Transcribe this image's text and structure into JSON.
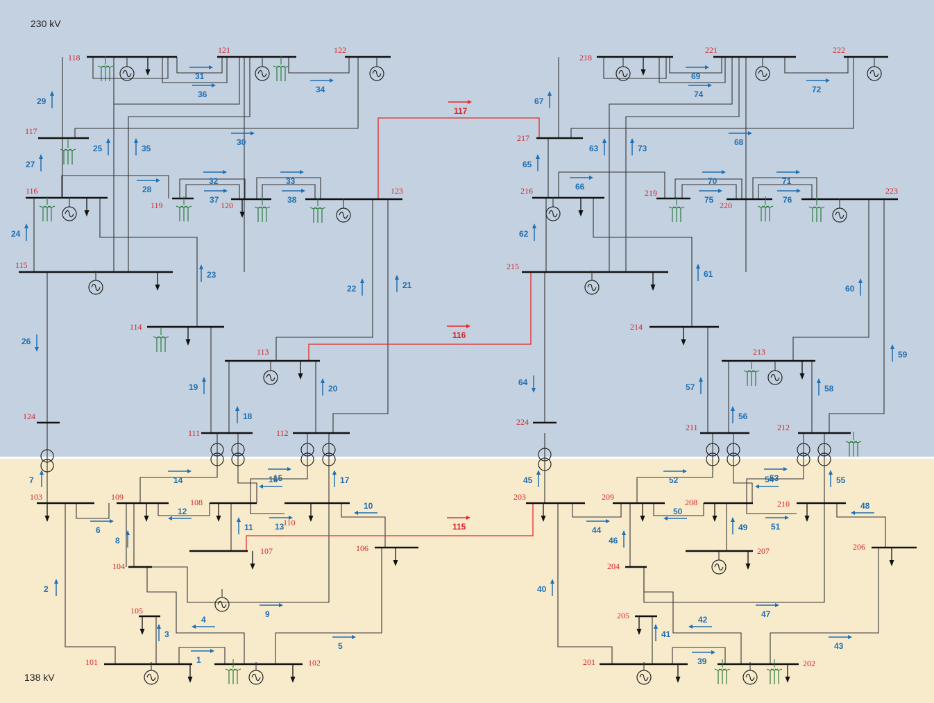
{
  "zones": {
    "top": {
      "label": "230 kV",
      "color": "#c3d1e0"
    },
    "bottom": {
      "label": "138 kV",
      "color": "#f8ebcc"
    }
  },
  "colors": {
    "bus": "#111111",
    "line": "#333333",
    "tie": "#e32b2b",
    "flow": "#1f6fb2",
    "label": "#d8262b",
    "wind": "#2a7a3a"
  },
  "buses": [
    {
      "id": "101",
      "label": "101"
    },
    {
      "id": "102",
      "label": "102"
    },
    {
      "id": "103",
      "label": "103"
    },
    {
      "id": "104",
      "label": "104"
    },
    {
      "id": "105",
      "label": "105"
    },
    {
      "id": "106",
      "label": "106"
    },
    {
      "id": "107",
      "label": "107"
    },
    {
      "id": "108",
      "label": "108"
    },
    {
      "id": "109",
      "label": "109"
    },
    {
      "id": "110",
      "label": "110"
    },
    {
      "id": "111",
      "label": "111"
    },
    {
      "id": "112",
      "label": "112"
    },
    {
      "id": "113",
      "label": "113"
    },
    {
      "id": "114",
      "label": "114"
    },
    {
      "id": "115",
      "label": "115"
    },
    {
      "id": "116",
      "label": "116"
    },
    {
      "id": "117",
      "label": "117"
    },
    {
      "id": "118",
      "label": "118"
    },
    {
      "id": "119",
      "label": "119"
    },
    {
      "id": "120",
      "label": "120"
    },
    {
      "id": "121",
      "label": "121"
    },
    {
      "id": "122",
      "label": "122"
    },
    {
      "id": "123",
      "label": "123"
    },
    {
      "id": "124",
      "label": "124"
    },
    {
      "id": "201",
      "label": "201"
    },
    {
      "id": "202",
      "label": "202"
    },
    {
      "id": "203",
      "label": "203"
    },
    {
      "id": "204",
      "label": "204"
    },
    {
      "id": "205",
      "label": "205"
    },
    {
      "id": "206",
      "label": "206"
    },
    {
      "id": "207",
      "label": "207"
    },
    {
      "id": "208",
      "label": "208"
    },
    {
      "id": "209",
      "label": "209"
    },
    {
      "id": "210",
      "label": "210"
    },
    {
      "id": "211",
      "label": "211"
    },
    {
      "id": "212",
      "label": "212"
    },
    {
      "id": "213",
      "label": "213"
    },
    {
      "id": "214",
      "label": "214"
    },
    {
      "id": "215",
      "label": "215"
    },
    {
      "id": "216",
      "label": "216"
    },
    {
      "id": "217",
      "label": "217"
    },
    {
      "id": "218",
      "label": "218"
    },
    {
      "id": "219",
      "label": "219"
    },
    {
      "id": "220",
      "label": "220"
    },
    {
      "id": "221",
      "label": "221"
    },
    {
      "id": "222",
      "label": "222"
    },
    {
      "id": "223",
      "label": "223"
    },
    {
      "id": "224",
      "label": "224"
    }
  ],
  "flows": [
    {
      "id": "1",
      "label": "1"
    },
    {
      "id": "2",
      "label": "2"
    },
    {
      "id": "3",
      "label": "3"
    },
    {
      "id": "4",
      "label": "4"
    },
    {
      "id": "5",
      "label": "5"
    },
    {
      "id": "6",
      "label": "6"
    },
    {
      "id": "7",
      "label": "7"
    },
    {
      "id": "8",
      "label": "8"
    },
    {
      "id": "9",
      "label": "9"
    },
    {
      "id": "10",
      "label": "10"
    },
    {
      "id": "11",
      "label": "11"
    },
    {
      "id": "12",
      "label": "12"
    },
    {
      "id": "13",
      "label": "13"
    },
    {
      "id": "14",
      "label": "14"
    },
    {
      "id": "15",
      "label": "15"
    },
    {
      "id": "16",
      "label": "16"
    },
    {
      "id": "17",
      "label": "17"
    },
    {
      "id": "18",
      "label": "18"
    },
    {
      "id": "19",
      "label": "19"
    },
    {
      "id": "20",
      "label": "20"
    },
    {
      "id": "21",
      "label": "21"
    },
    {
      "id": "22",
      "label": "22"
    },
    {
      "id": "23",
      "label": "23"
    },
    {
      "id": "24",
      "label": "24"
    },
    {
      "id": "25",
      "label": "25"
    },
    {
      "id": "26",
      "label": "26"
    },
    {
      "id": "27",
      "label": "27"
    },
    {
      "id": "28",
      "label": "28"
    },
    {
      "id": "29",
      "label": "29"
    },
    {
      "id": "30",
      "label": "30"
    },
    {
      "id": "31",
      "label": "31"
    },
    {
      "id": "32",
      "label": "32"
    },
    {
      "id": "33",
      "label": "33"
    },
    {
      "id": "34",
      "label": "34"
    },
    {
      "id": "35",
      "label": "35"
    },
    {
      "id": "36",
      "label": "36"
    },
    {
      "id": "37",
      "label": "37"
    },
    {
      "id": "38",
      "label": "38"
    },
    {
      "id": "39",
      "label": "39"
    },
    {
      "id": "40",
      "label": "40"
    },
    {
      "id": "41",
      "label": "41"
    },
    {
      "id": "42",
      "label": "42"
    },
    {
      "id": "43",
      "label": "43"
    },
    {
      "id": "44",
      "label": "44"
    },
    {
      "id": "45",
      "label": "45"
    },
    {
      "id": "46",
      "label": "46"
    },
    {
      "id": "47",
      "label": "47"
    },
    {
      "id": "48",
      "label": "48"
    },
    {
      "id": "49",
      "label": "49"
    },
    {
      "id": "50",
      "label": "50"
    },
    {
      "id": "51",
      "label": "51"
    },
    {
      "id": "52",
      "label": "52"
    },
    {
      "id": "53",
      "label": "53"
    },
    {
      "id": "54",
      "label": "54"
    },
    {
      "id": "55",
      "label": "55"
    },
    {
      "id": "56",
      "label": "56"
    },
    {
      "id": "57",
      "label": "57"
    },
    {
      "id": "58",
      "label": "58"
    },
    {
      "id": "59",
      "label": "59"
    },
    {
      "id": "60",
      "label": "60"
    },
    {
      "id": "61",
      "label": "61"
    },
    {
      "id": "62",
      "label": "62"
    },
    {
      "id": "63",
      "label": "63"
    },
    {
      "id": "64",
      "label": "64"
    },
    {
      "id": "65",
      "label": "65"
    },
    {
      "id": "66",
      "label": "66"
    },
    {
      "id": "67",
      "label": "67"
    },
    {
      "id": "68",
      "label": "68"
    },
    {
      "id": "69",
      "label": "69"
    },
    {
      "id": "70",
      "label": "70"
    },
    {
      "id": "71",
      "label": "71"
    },
    {
      "id": "72",
      "label": "72"
    },
    {
      "id": "73",
      "label": "73"
    },
    {
      "id": "74",
      "label": "74"
    },
    {
      "id": "75",
      "label": "75"
    },
    {
      "id": "76",
      "label": "76"
    },
    {
      "id": "115",
      "label": "115",
      "tie": true
    },
    {
      "id": "116",
      "label": "116",
      "tie": true
    },
    {
      "id": "117",
      "label": "117",
      "tie": true
    }
  ]
}
